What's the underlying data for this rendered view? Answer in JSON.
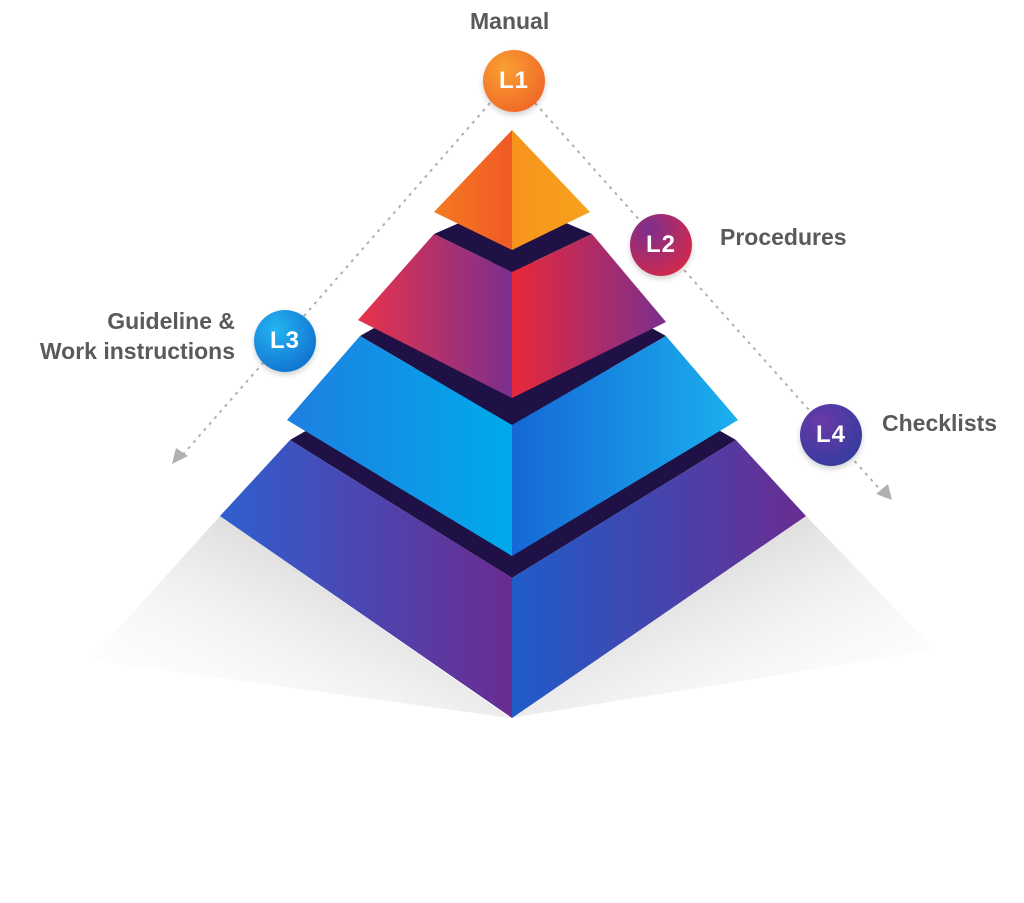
{
  "levels": [
    {
      "badge": "L1",
      "name": "Manual",
      "color_a": "#f7941d",
      "color_b": "#f05a24"
    },
    {
      "badge": "L2",
      "name": "Procedures",
      "color_a": "#7b2f8e",
      "color_b": "#e02b4a"
    },
    {
      "badge": "L3",
      "name_line1": "Guideline &",
      "name_line2": "Work instructions",
      "color_a": "#1fa9ec",
      "color_b": "#0a64c8"
    },
    {
      "badge": "L4",
      "name": "Checklists",
      "color_a": "#6a3aa8",
      "color_b": "#2a3a9c"
    }
  ],
  "colors": {
    "tier1_left": "#f36f21",
    "tier1_right": "#f7941d",
    "tier2_left_a": "#e8334a",
    "tier2_left_b": "#7b2f8e",
    "tier3_left": "#1e88e5",
    "tier3_right": "#00a8e8",
    "tier4_left": "#2f5fcf",
    "tier4_right": "#6a2c91",
    "gap": "#1f1145",
    "label": "#5a5a5a",
    "arrow": "#b0b0b0"
  }
}
